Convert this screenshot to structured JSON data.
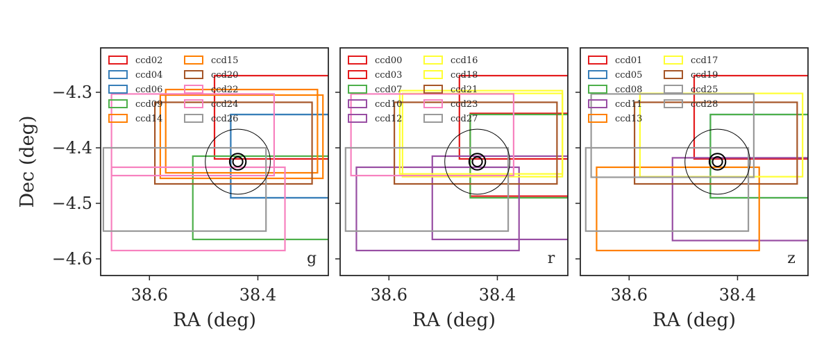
{
  "chart_data": {
    "type": "rectangle-footprints",
    "xlabel": "RA (deg)",
    "ylabel": "Dec (deg)",
    "xlim": [
      38.69,
      38.27
    ],
    "ylim": [
      -4.63,
      -4.22
    ],
    "x_ticks": [
      38.6,
      38.4
    ],
    "y_ticks": [
      -4.3,
      -4.4,
      -4.5,
      -4.6
    ],
    "x_tick_labels": [
      "38.6",
      "38.4"
    ],
    "y_tick_labels": [
      "−4.3",
      "−4.4",
      "−4.5",
      "−4.6"
    ],
    "target": {
      "ra": 38.437,
      "dec": -4.425
    },
    "circles": [
      {
        "radius": 0.06
      },
      {
        "radius": 0.015
      },
      {
        "radius": 0.009
      }
    ],
    "panels": [
      {
        "band": "g",
        "ccds": [
          {
            "name": "ccd02",
            "color": "#e41a1c",
            "ra": [
              38.48,
              38.26
            ],
            "dec": [
              -4.42,
              -4.27
            ]
          },
          {
            "name": "ccd04",
            "color": "#377eb8",
            "ra": [
              38.45,
              38.26
            ],
            "dec": [
              -4.49,
              -4.34
            ]
          },
          {
            "name": "ccd06",
            "color": "#377eb8",
            "ra": [
              38.45,
              38.26
            ],
            "dec": [
              -4.49,
              -4.34
            ]
          },
          {
            "name": "ccd09",
            "color": "#4daf4a",
            "ra": [
              38.52,
              38.26
            ],
            "dec": [
              -4.565,
              -4.415
            ]
          },
          {
            "name": "ccd14",
            "color": "#ff7f00",
            "ra": [
              38.57,
              38.29
            ],
            "dec": [
              -4.445,
              -4.295
            ]
          },
          {
            "name": "ccd15",
            "color": "#ff7f00",
            "ra": [
              38.58,
              38.28
            ],
            "dec": [
              -4.455,
              -4.305
            ]
          },
          {
            "name": "ccd20",
            "color": "#a65628",
            "ra": [
              38.59,
              38.3
            ],
            "dec": [
              -4.465,
              -4.318
            ]
          },
          {
            "name": "ccd22",
            "color": "#f781bf",
            "ra": [
              38.67,
              38.35
            ],
            "dec": [
              -4.585,
              -4.435
            ]
          },
          {
            "name": "ccd24",
            "color": "#f781bf",
            "ra": [
              38.67,
              38.37
            ],
            "dec": [
              -4.45,
              -4.303
            ]
          },
          {
            "name": "ccd26",
            "color": "#999999",
            "ra": [
              38.685,
              38.385
            ],
            "dec": [
              -4.55,
              -4.4
            ]
          }
        ]
      },
      {
        "band": "r",
        "ccds": [
          {
            "name": "ccd00",
            "color": "#e41a1c",
            "ra": [
              38.47,
              38.26
            ],
            "dec": [
              -4.42,
              -4.27
            ]
          },
          {
            "name": "ccd03",
            "color": "#e41a1c",
            "ra": [
              38.45,
              38.26
            ],
            "dec": [
              -4.487,
              -4.338
            ]
          },
          {
            "name": "ccd07",
            "color": "#4daf4a",
            "ra": [
              38.45,
              38.26
            ],
            "dec": [
              -4.49,
              -4.34
            ]
          },
          {
            "name": "ccd10",
            "color": "#984ea3",
            "ra": [
              38.66,
              38.36
            ],
            "dec": [
              -4.585,
              -4.435
            ]
          },
          {
            "name": "ccd12",
            "color": "#984ea3",
            "ra": [
              38.52,
              38.26
            ],
            "dec": [
              -4.565,
              -4.415
            ]
          },
          {
            "name": "ccd16",
            "color": "#ffff33",
            "ra": [
              38.58,
              38.28
            ],
            "dec": [
              -4.447,
              -4.297
            ]
          },
          {
            "name": "ccd18",
            "color": "#ffff33",
            "ra": [
              38.575,
              38.28
            ],
            "dec": [
              -4.452,
              -4.302
            ]
          },
          {
            "name": "ccd21",
            "color": "#a65628",
            "ra": [
              38.59,
              38.29
            ],
            "dec": [
              -4.465,
              -4.318
            ]
          },
          {
            "name": "ccd23",
            "color": "#f781bf",
            "ra": [
              38.67,
              38.37
            ],
            "dec": [
              -4.45,
              -4.303
            ]
          },
          {
            "name": "ccd27",
            "color": "#999999",
            "ra": [
              38.68,
              38.38
            ],
            "dec": [
              -4.55,
              -4.4
            ]
          }
        ]
      },
      {
        "band": "z",
        "ccds": [
          {
            "name": "ccd01",
            "color": "#e41a1c",
            "ra": [
              38.48,
              38.26
            ],
            "dec": [
              -4.42,
              -4.27
            ]
          },
          {
            "name": "ccd05",
            "color": "#377eb8",
            "ra": [
              38.45,
              38.26
            ],
            "dec": [
              -4.49,
              -4.34
            ]
          },
          {
            "name": "ccd08",
            "color": "#4daf4a",
            "ra": [
              38.45,
              38.26
            ],
            "dec": [
              -4.49,
              -4.34
            ]
          },
          {
            "name": "ccd11",
            "color": "#984ea3",
            "ra": [
              38.52,
              38.26
            ],
            "dec": [
              -4.567,
              -4.418
            ]
          },
          {
            "name": "ccd13",
            "color": "#ff7f00",
            "ra": [
              38.66,
              38.36
            ],
            "dec": [
              -4.585,
              -4.435
            ]
          },
          {
            "name": "ccd17",
            "color": "#ffff33",
            "ra": [
              38.58,
              38.28
            ],
            "dec": [
              -4.452,
              -4.302
            ]
          },
          {
            "name": "ccd19",
            "color": "#a65628",
            "ra": [
              38.59,
              38.29
            ],
            "dec": [
              -4.465,
              -4.318
            ]
          },
          {
            "name": "ccd25",
            "color": "#999999",
            "ra": [
              38.68,
              38.38
            ],
            "dec": [
              -4.55,
              -4.4
            ]
          },
          {
            "name": "ccd28",
            "color": "#999999",
            "ra": [
              38.67,
              38.37
            ],
            "dec": [
              -4.453,
              -4.303
            ]
          }
        ]
      }
    ]
  }
}
